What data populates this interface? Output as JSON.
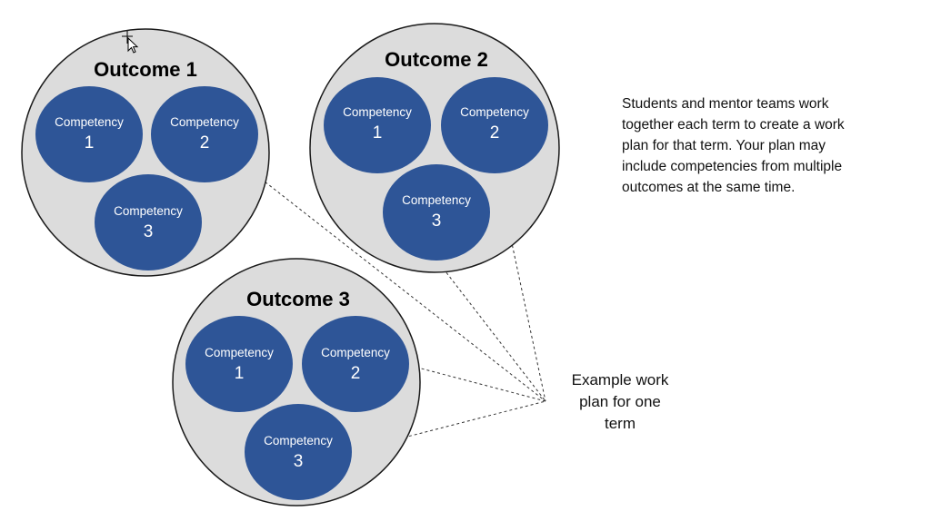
{
  "outcomes": [
    {
      "title": "Outcome 1",
      "competencies": [
        {
          "word": "Competency",
          "number": "1"
        },
        {
          "word": "Competency",
          "number": "2"
        },
        {
          "word": "Competency",
          "number": "3"
        }
      ]
    },
    {
      "title": "Outcome 2",
      "competencies": [
        {
          "word": "Competency",
          "number": "1"
        },
        {
          "word": "Competency",
          "number": "2"
        },
        {
          "word": "Competency",
          "number": "3"
        }
      ]
    },
    {
      "title": "Outcome 3",
      "competencies": [
        {
          "word": "Competency",
          "number": "1"
        },
        {
          "word": "Competency",
          "number": "2"
        },
        {
          "word": "Competency",
          "number": "3"
        }
      ]
    }
  ],
  "work_plan_label": [
    "Example work",
    "plan for one",
    "term"
  ],
  "description": [
    "Students and mentor teams work",
    "together each term to create a work",
    "plan for that term. Your plan may",
    "include competencies from multiple",
    "outcomes at the same time."
  ],
  "colors": {
    "outcome_fill": "#dcdcdc",
    "competency_fill": "#2e5597"
  },
  "icons": {
    "cursor": "move-cursor-icon"
  }
}
